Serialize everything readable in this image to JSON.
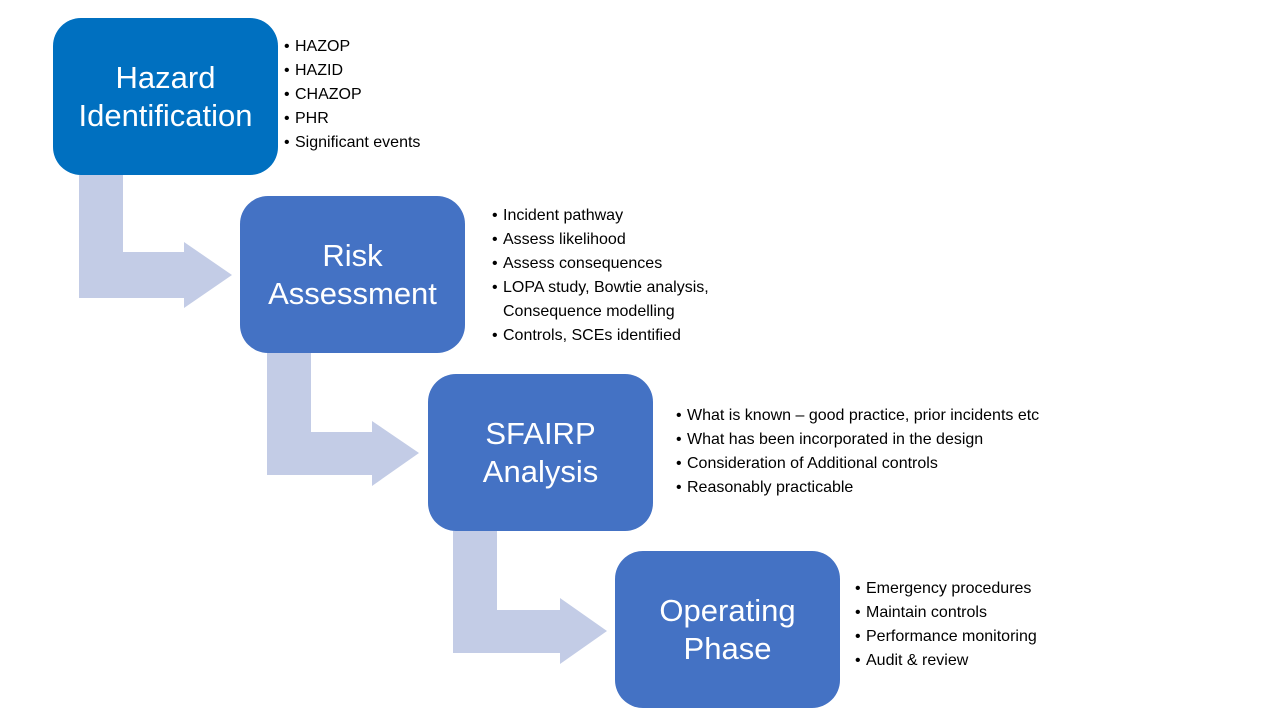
{
  "colors": {
    "step1_fill": "#0070c0",
    "step_fill": "#4472c4",
    "connector": "#c3cce6",
    "text_light": "#ffffff",
    "text_dark": "#000000"
  },
  "steps": [
    {
      "title_lines": [
        "Hazard",
        "Identification"
      ],
      "bullets": [
        [
          "HAZOP"
        ],
        [
          "HAZID"
        ],
        [
          "CHAZOP"
        ],
        [
          "PHR"
        ],
        [
          "Significant events"
        ]
      ]
    },
    {
      "title_lines": [
        "Risk",
        "Assessment"
      ],
      "bullets": [
        [
          "Incident pathway"
        ],
        [
          "Assess likelihood"
        ],
        [
          "Assess consequences"
        ],
        [
          "LOPA study, Bowtie analysis,",
          "Consequence modelling"
        ],
        [
          "Controls, SCEs identified"
        ]
      ]
    },
    {
      "title_lines": [
        "SFAIRP",
        "Analysis"
      ],
      "bullets": [
        [
          "What is known – good practice, prior incidents etc"
        ],
        [
          "What has been incorporated in the design"
        ],
        [
          "Consideration of Additional controls"
        ],
        [
          "Reasonably practicable"
        ]
      ]
    },
    {
      "title_lines": [
        "Operating",
        "Phase"
      ],
      "bullets": [
        [
          "Emergency procedures"
        ],
        [
          "Maintain controls"
        ],
        [
          "Performance monitoring"
        ],
        [
          "Audit & review"
        ]
      ]
    }
  ]
}
